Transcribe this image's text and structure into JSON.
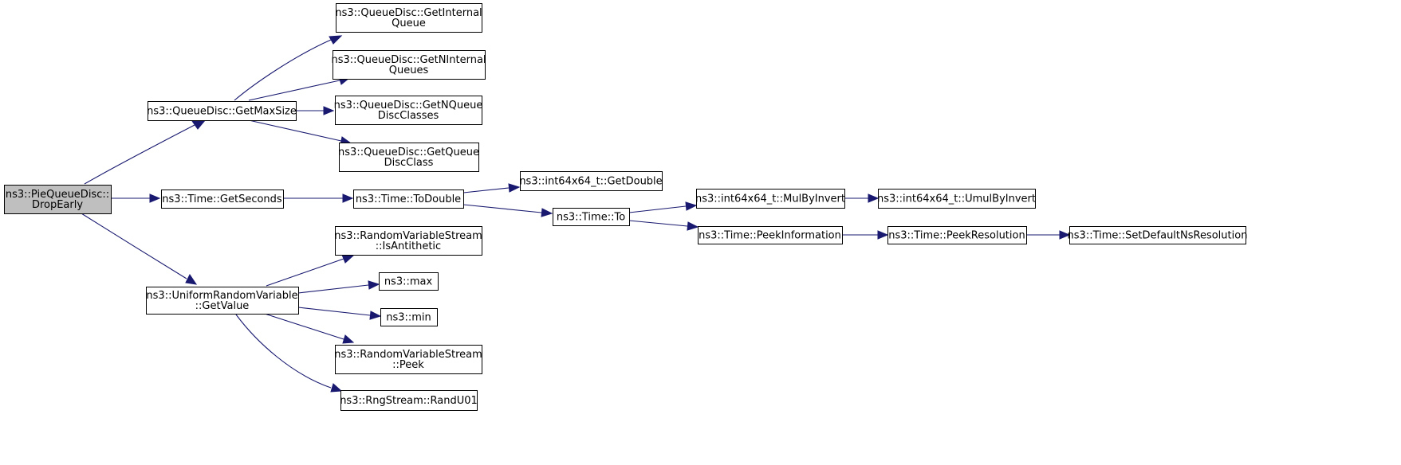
{
  "graph": {
    "root": "n_drop",
    "colors": {
      "edge": "#191970",
      "root_fill": "#bfbfbf",
      "node_fill": "#ffffff",
      "node_stroke": "#000000"
    },
    "nodes": [
      {
        "id": "n_drop",
        "lines": [
          "ns3::PieQueueDisc::",
          "DropEarly"
        ]
      },
      {
        "id": "n_getmaxsize",
        "lines": [
          "ns3::QueueDisc::GetMaxSize"
        ]
      },
      {
        "id": "n_getinternalqueue",
        "lines": [
          "ns3::QueueDisc::GetInternal",
          "Queue"
        ]
      },
      {
        "id": "n_getninternalqueues",
        "lines": [
          "ns3::QueueDisc::GetNInternal",
          "Queues"
        ]
      },
      {
        "id": "n_getnqueuedisc",
        "lines": [
          "ns3::QueueDisc::GetNQueue",
          "DiscClasses"
        ]
      },
      {
        "id": "n_getqueuedisc",
        "lines": [
          "ns3::QueueDisc::GetQueue",
          "DiscClass"
        ]
      },
      {
        "id": "n_getseconds",
        "lines": [
          "ns3::Time::GetSeconds"
        ]
      },
      {
        "id": "n_todouble",
        "lines": [
          "ns3::Time::ToDouble"
        ]
      },
      {
        "id": "n_getdouble",
        "lines": [
          "ns3::int64x64_t::GetDouble"
        ]
      },
      {
        "id": "n_to",
        "lines": [
          "ns3::Time::To"
        ]
      },
      {
        "id": "n_mulbyinvert",
        "lines": [
          "ns3::int64x64_t::MulByInvert"
        ]
      },
      {
        "id": "n_umulbyinvert",
        "lines": [
          "ns3::int64x64_t::UmulByInvert"
        ]
      },
      {
        "id": "n_peekinfo",
        "lines": [
          "ns3::Time::PeekInformation"
        ]
      },
      {
        "id": "n_peekres",
        "lines": [
          "ns3::Time::PeekResolution"
        ]
      },
      {
        "id": "n_setdefaultns",
        "lines": [
          "ns3::Time::SetDefaultNsResolution"
        ]
      },
      {
        "id": "n_urv_getvalue",
        "lines": [
          "ns3::UniformRandomVariable",
          "::GetValue"
        ]
      },
      {
        "id": "n_isantithetic",
        "lines": [
          "ns3::RandomVariableStream",
          "::IsAntithetic"
        ]
      },
      {
        "id": "n_max",
        "lines": [
          "ns3::max"
        ]
      },
      {
        "id": "n_min",
        "lines": [
          "ns3::min"
        ]
      },
      {
        "id": "n_peek",
        "lines": [
          "ns3::RandomVariableStream",
          "::Peek"
        ]
      },
      {
        "id": "n_randu01",
        "lines": [
          "ns3::RngStream::RandU01"
        ]
      }
    ],
    "edges": [
      {
        "from": "n_drop",
        "to": "n_getmaxsize"
      },
      {
        "from": "n_drop",
        "to": "n_getseconds"
      },
      {
        "from": "n_drop",
        "to": "n_urv_getvalue"
      },
      {
        "from": "n_getmaxsize",
        "to": "n_getinternalqueue"
      },
      {
        "from": "n_getmaxsize",
        "to": "n_getninternalqueues"
      },
      {
        "from": "n_getmaxsize",
        "to": "n_getnqueuedisc"
      },
      {
        "from": "n_getmaxsize",
        "to": "n_getqueuedisc"
      },
      {
        "from": "n_getseconds",
        "to": "n_todouble"
      },
      {
        "from": "n_todouble",
        "to": "n_getdouble"
      },
      {
        "from": "n_todouble",
        "to": "n_to"
      },
      {
        "from": "n_to",
        "to": "n_mulbyinvert"
      },
      {
        "from": "n_to",
        "to": "n_peekinfo"
      },
      {
        "from": "n_mulbyinvert",
        "to": "n_umulbyinvert"
      },
      {
        "from": "n_peekinfo",
        "to": "n_peekres"
      },
      {
        "from": "n_peekres",
        "to": "n_setdefaultns"
      },
      {
        "from": "n_urv_getvalue",
        "to": "n_isantithetic"
      },
      {
        "from": "n_urv_getvalue",
        "to": "n_max"
      },
      {
        "from": "n_urv_getvalue",
        "to": "n_min"
      },
      {
        "from": "n_urv_getvalue",
        "to": "n_peek"
      },
      {
        "from": "n_urv_getvalue",
        "to": "n_randu01"
      }
    ]
  }
}
